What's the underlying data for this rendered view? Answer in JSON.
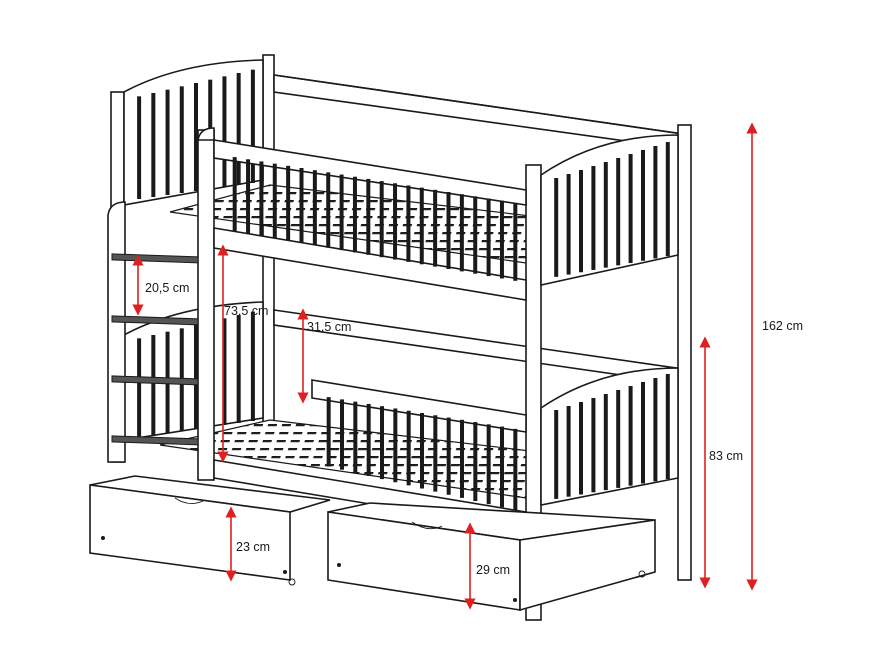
{
  "dimensions": [
    {
      "id": "total-height",
      "label": "162 cm"
    },
    {
      "id": "lower-post-height",
      "label": "83 cm"
    },
    {
      "id": "ladder-rung-spacing",
      "label": "20,5 cm"
    },
    {
      "id": "bed-gap",
      "label": "73,5 cm"
    },
    {
      "id": "lower-rail-height",
      "label": "31,5 cm"
    },
    {
      "id": "drawer-height-left",
      "label": "23 cm"
    },
    {
      "id": "drawer-height-right",
      "label": "29 cm"
    }
  ],
  "colors": {
    "line": "#1a1a1a",
    "dimension": "#e02020",
    "background": "#ffffff"
  }
}
